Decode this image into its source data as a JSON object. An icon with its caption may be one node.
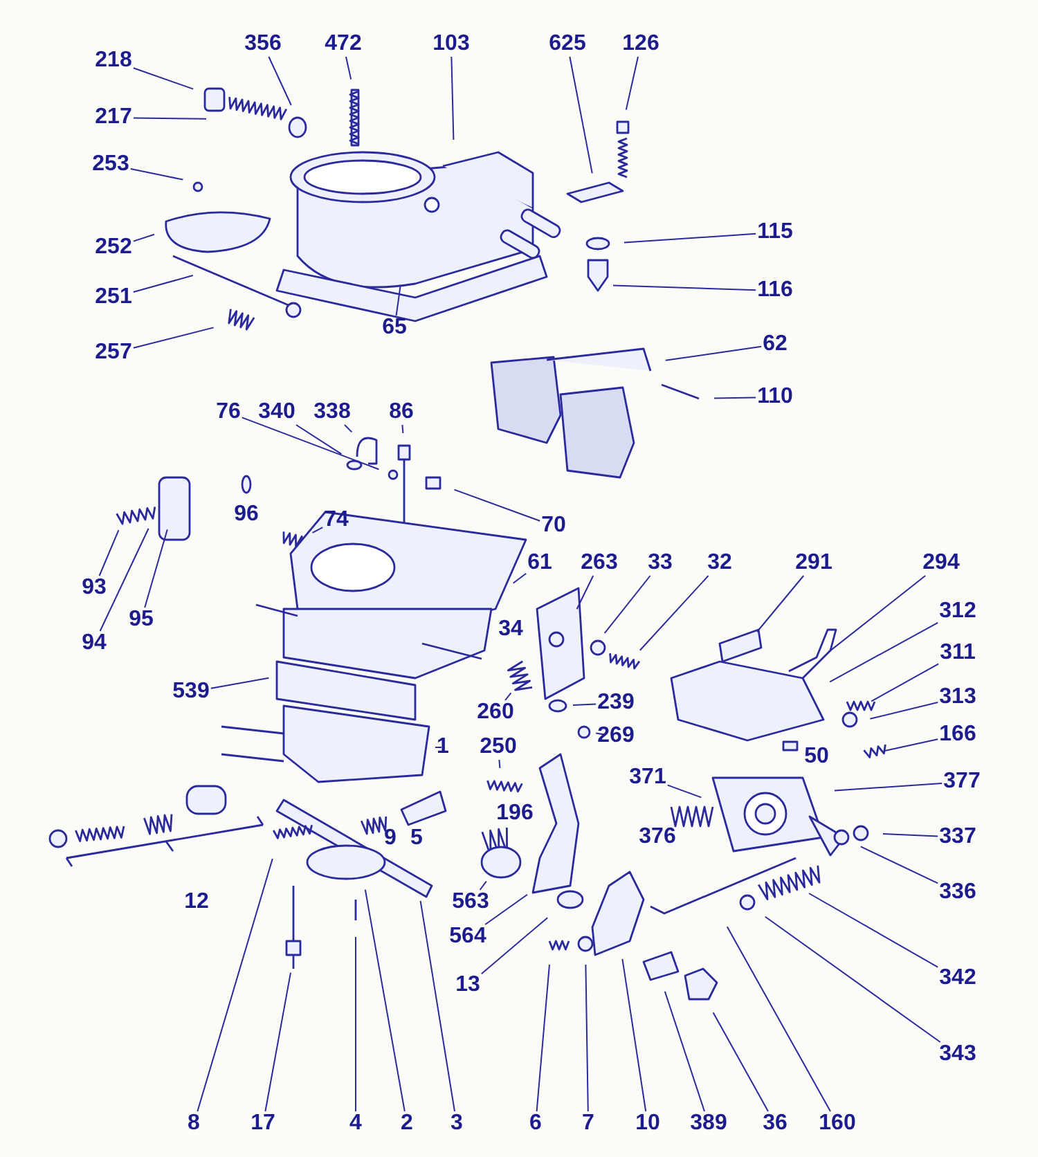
{
  "diagram": {
    "nodes": [
      {
        "text": [
          "218"
        ]
      },
      {
        "text": [
          "356"
        ]
      },
      {
        "text": [
          "472"
        ]
      },
      {
        "text": [
          "103"
        ]
      },
      {
        "text": [
          "625"
        ]
      },
      {
        "text": [
          "126"
        ]
      },
      {
        "text": [
          "217"
        ]
      },
      {
        "text": [
          "253"
        ]
      },
      {
        "text": [
          "252"
        ]
      },
      {
        "text": [
          "251"
        ]
      },
      {
        "text": [
          "257"
        ]
      },
      {
        "text": [
          "65"
        ]
      },
      {
        "text": [
          "115"
        ]
      },
      {
        "text": [
          "116"
        ]
      },
      {
        "text": [
          "62"
        ]
      },
      {
        "text": [
          "110"
        ]
      },
      {
        "text": [
          "76"
        ]
      },
      {
        "text": [
          "340"
        ]
      },
      {
        "text": [
          "338"
        ]
      },
      {
        "text": [
          "86"
        ]
      },
      {
        "text": [
          "74"
        ]
      },
      {
        "text": [
          "70"
        ]
      },
      {
        "text": [
          "93"
        ]
      },
      {
        "text": [
          "94"
        ]
      },
      {
        "text": [
          "95"
        ]
      },
      {
        "text": [
          "61"
        ]
      },
      {
        "text": [
          "263"
        ]
      },
      {
        "text": [
          "33"
        ]
      },
      {
        "text": [
          "32"
        ]
      },
      {
        "text": [
          "291"
        ]
      },
      {
        "text": [
          "294"
        ]
      },
      {
        "text": [
          "312"
        ]
      },
      {
        "text": [
          "311"
        ]
      },
      {
        "text": [
          "313"
        ]
      },
      {
        "text": [
          "166"
        ]
      },
      {
        "text": [
          "260"
        ]
      },
      {
        "text": [
          "239"
        ]
      },
      {
        "text": [
          "269"
        ]
      },
      {
        "text": [
          "539"
        ]
      },
      {
        "text": [
          "1"
        ]
      },
      {
        "text": [
          "250"
        ]
      },
      {
        "text": [
          "371"
        ]
      },
      {
        "text": [
          "377"
        ]
      },
      {
        "text": [
          "337"
        ]
      },
      {
        "text": [
          "336"
        ]
      },
      {
        "text": [
          "563"
        ]
      },
      {
        "text": [
          "564"
        ]
      },
      {
        "text": [
          "13"
        ]
      },
      {
        "text": [
          "342"
        ]
      },
      {
        "text": [
          "343"
        ]
      },
      {
        "text": [
          "8"
        ]
      },
      {
        "text": [
          "17"
        ]
      },
      {
        "text": [
          "4"
        ]
      },
      {
        "text": [
          "2"
        ]
      },
      {
        "text": [
          "3"
        ]
      },
      {
        "text": [
          "6"
        ]
      },
      {
        "text": [
          "7"
        ]
      },
      {
        "text": [
          "10"
        ]
      },
      {
        "text": [
          "389"
        ]
      },
      {
        "text": [
          "36"
        ]
      },
      {
        "text": [
          "160"
        ]
      }
    ],
    "edges": [
      {
        "from": 0,
        "to": null,
        "arrow": "none"
      },
      {
        "from": 1,
        "to": null,
        "arrow": "none"
      },
      {
        "from": 2,
        "to": null,
        "arrow": "none"
      },
      {
        "from": 3,
        "to": null,
        "arrow": "none"
      },
      {
        "from": 4,
        "to": null,
        "arrow": "none"
      },
      {
        "from": 5,
        "to": null,
        "arrow": "none"
      },
      {
        "from": 6,
        "to": null,
        "arrow": "none"
      },
      {
        "from": 7,
        "to": null,
        "arrow": "none"
      },
      {
        "from": 8,
        "to": null,
        "arrow": "none"
      },
      {
        "from": 9,
        "to": null,
        "arrow": "none"
      },
      {
        "from": 10,
        "to": null,
        "arrow": "none"
      },
      {
        "from": 11,
        "to": null,
        "arrow": "none"
      },
      {
        "from": 12,
        "to": null,
        "arrow": "none"
      },
      {
        "from": 13,
        "to": null,
        "arrow": "none"
      },
      {
        "from": 14,
        "to": null,
        "arrow": "none"
      },
      {
        "from": 15,
        "to": null,
        "arrow": "none"
      },
      {
        "from": 16,
        "to": null,
        "arrow": "none"
      },
      {
        "from": 17,
        "to": null,
        "arrow": "none"
      },
      {
        "from": 18,
        "to": null,
        "arrow": "none"
      },
      {
        "from": 19,
        "to": null,
        "arrow": "none"
      },
      {
        "from": 20,
        "to": null,
        "arrow": "none"
      },
      {
        "from": 21,
        "to": null,
        "arrow": "none"
      },
      {
        "from": 22,
        "to": null,
        "arrow": "none"
      },
      {
        "from": 23,
        "to": null,
        "arrow": "none"
      },
      {
        "from": 24,
        "to": null,
        "arrow": "none"
      },
      {
        "from": 25,
        "to": null,
        "arrow": "none"
      },
      {
        "from": 26,
        "to": null,
        "arrow": "none"
      },
      {
        "from": 27,
        "to": null,
        "arrow": "none"
      },
      {
        "from": 28,
        "to": null,
        "arrow": "none"
      },
      {
        "from": 29,
        "to": null,
        "arrow": "none"
      },
      {
        "from": 30,
        "to": null,
        "arrow": "none"
      },
      {
        "from": 31,
        "to": null,
        "arrow": "none"
      },
      {
        "from": 32,
        "to": null,
        "arrow": "none"
      },
      {
        "from": 33,
        "to": null,
        "arrow": "none"
      },
      {
        "from": 34,
        "to": null,
        "arrow": "none"
      },
      {
        "from": 35,
        "to": null,
        "arrow": "none"
      },
      {
        "from": 36,
        "to": null,
        "arrow": "none"
      },
      {
        "from": 37,
        "to": null,
        "arrow": "none"
      },
      {
        "from": 38,
        "to": null,
        "arrow": "none"
      },
      {
        "from": 39,
        "to": null,
        "arrow": "none"
      },
      {
        "from": 40,
        "to": null,
        "arrow": "none"
      },
      {
        "from": 41,
        "to": null,
        "arrow": "none"
      },
      {
        "from": 42,
        "to": null,
        "arrow": "none"
      },
      {
        "from": 43,
        "to": null,
        "arrow": "none"
      },
      {
        "from": 44,
        "to": null,
        "arrow": "none"
      },
      {
        "from": 45,
        "to": null,
        "arrow": "none"
      },
      {
        "from": 46,
        "to": null,
        "arrow": "none"
      },
      {
        "from": 47,
        "to": null,
        "arrow": "none"
      },
      {
        "from": 48,
        "to": null,
        "arrow": "none"
      },
      {
        "from": 49,
        "to": null,
        "arrow": "none"
      },
      {
        "from": 50,
        "to": null,
        "arrow": "none"
      },
      {
        "from": 51,
        "to": null,
        "arrow": "none"
      },
      {
        "from": 52,
        "to": null,
        "arrow": "none"
      },
      {
        "from": 53,
        "to": null,
        "arrow": "none"
      },
      {
        "from": 54,
        "to": null,
        "arrow": "none"
      },
      {
        "from": 55,
        "to": null,
        "arrow": "none"
      },
      {
        "from": 56,
        "to": null,
        "arrow": "none"
      },
      {
        "from": 57,
        "to": null,
        "arrow": "none"
      },
      {
        "from": 58,
        "to": null,
        "arrow": "none"
      },
      {
        "from": 59,
        "to": null,
        "arrow": "none"
      },
      {
        "from": 60,
        "to": null,
        "arrow": "none"
      }
    ],
    "labels": [
      "96",
      "34",
      "9",
      "5",
      "196",
      "50",
      "376",
      "12"
    ]
  }
}
